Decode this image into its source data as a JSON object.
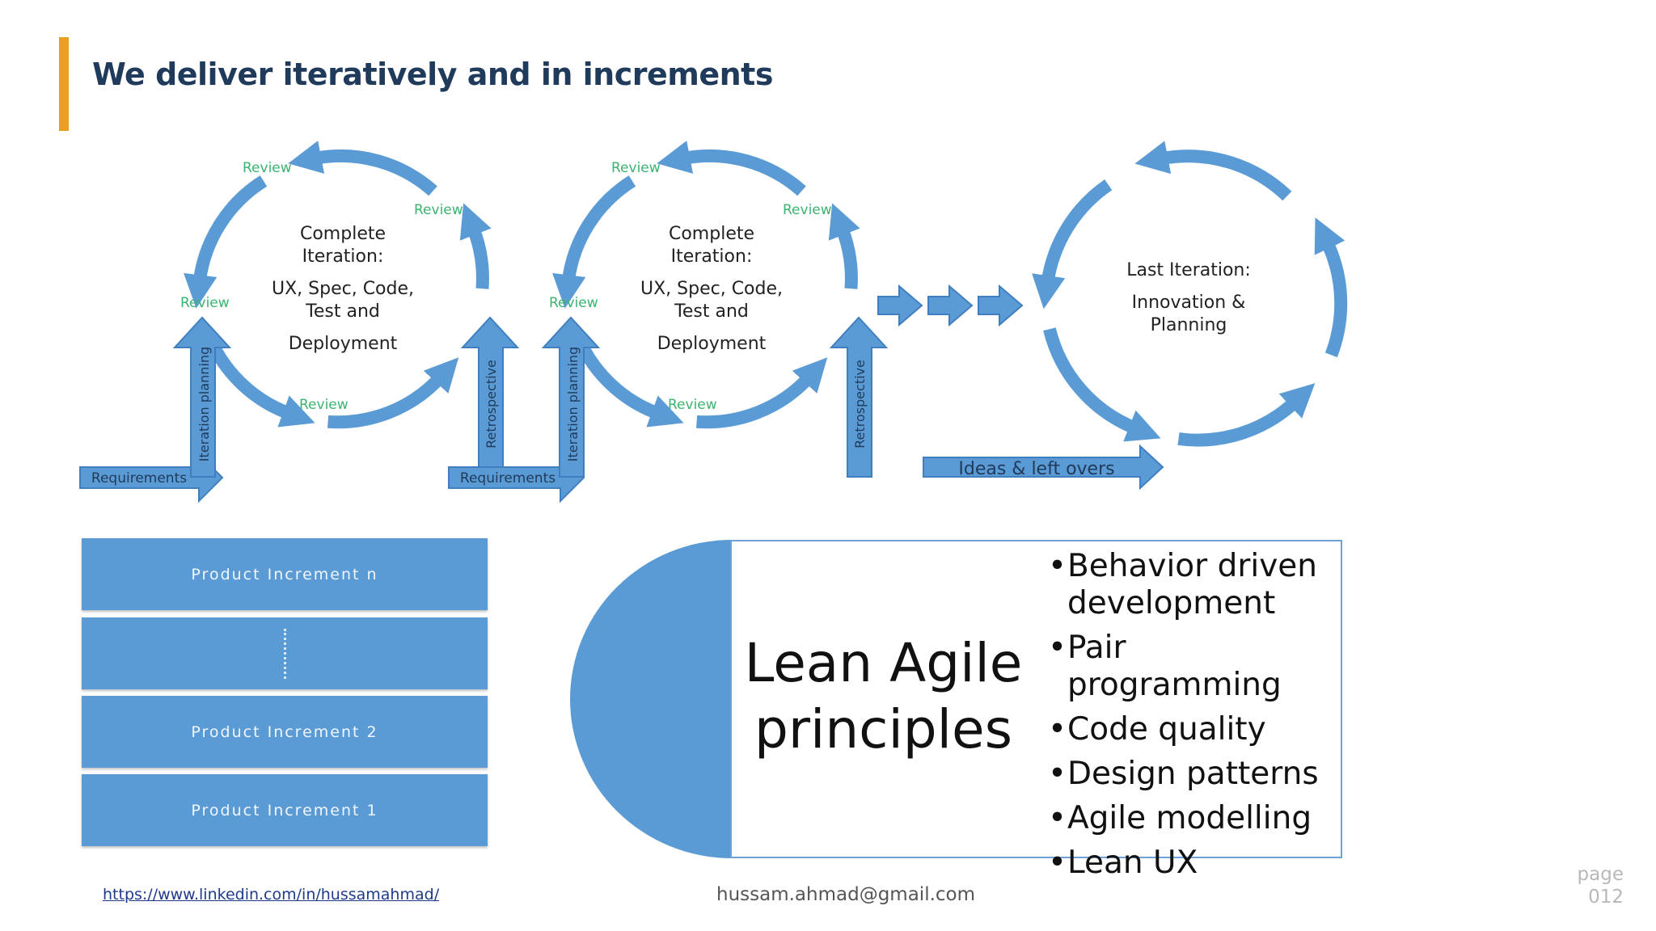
{
  "title": "We deliver iteratively and in increments",
  "colors": {
    "accent": "#E8A020",
    "title": "#1F3A5A",
    "blue": "#5B9BD5",
    "review_green": "#3CB371"
  },
  "iterations": [
    {
      "review_labels": [
        "Review",
        "Review",
        "Review",
        "Review"
      ],
      "center_lines": [
        "Complete",
        "Iteration:",
        "UX, Spec, Code,",
        "Test and",
        "Deployment"
      ],
      "requirements": "Requirements",
      "iteration_planning": "Iteration planning",
      "retrospective": "Retrospective"
    },
    {
      "review_labels": [
        "Review",
        "Review",
        "Review",
        "Review"
      ],
      "center_lines": [
        "Complete",
        "Iteration:",
        "UX, Spec, Code,",
        "Test and",
        "Deployment"
      ],
      "requirements": "Requirements",
      "iteration_planning": "Iteration planning",
      "retrospective": "Retrospective"
    }
  ],
  "last_iteration": {
    "lines": [
      "Last Iteration:",
      "Innovation &",
      "Planning"
    ],
    "ideas_label": "Ideas & left overs"
  },
  "increments": [
    "Product Increment n",
    "",
    "Product Increment 2",
    "Product Increment 1"
  ],
  "lean": {
    "title_line1": "Lean Agile",
    "title_line2": "principles",
    "items": [
      "Behavior driven development",
      "Pair programming",
      "Code quality",
      "Design patterns",
      "Agile modelling",
      "Lean UX"
    ]
  },
  "footer": {
    "link": "https://www.linkedin.com/in/hussamahmad/",
    "email": "hussam.ahmad@gmail.com",
    "page_word": "page",
    "page_number": "012"
  }
}
